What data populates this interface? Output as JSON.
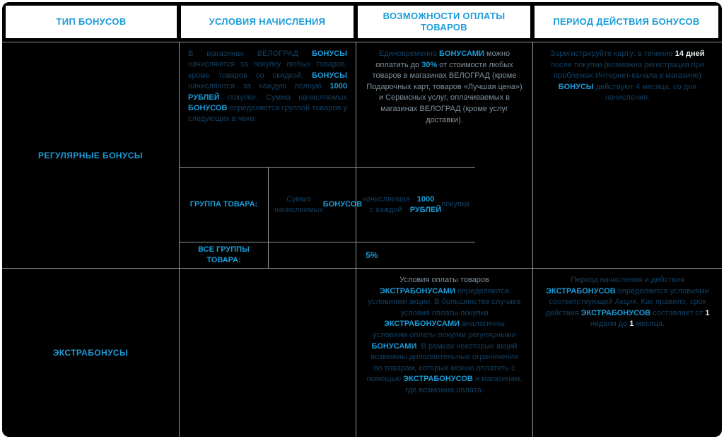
{
  "table": {
    "colors": {
      "accent": "#1b9cd8",
      "dim": "#123f61",
      "light": "#7f919e",
      "white": "#e9eef2"
    },
    "headers": [
      {
        "label": "ТИП БОНУСОВ"
      },
      {
        "label": "УСЛОВИЯ НАЧИСЛЕНИЯ"
      },
      {
        "label": "ВОЗМОЖНОСТИ ОПЛАТЫ ТОВАРОВ"
      },
      {
        "label": "ПЕРИОД ДЕЙСТВИЯ БОНУСОВ"
      }
    ],
    "regular": {
      "type_label": "РЕГУЛЯРНЫЕ БОНУСЫ",
      "conditions_intro": [
        {
          "t": "В магазинах ВЕЛОГРАД ",
          "s": "dim"
        },
        {
          "t": "БОНУСЫ",
          "s": "accent"
        },
        {
          "t": " начисляются за покупку любых товаров, кроме товаров со скидкой. ",
          "s": "dim"
        },
        {
          "t": "БОНУСЫ",
          "s": "accent"
        },
        {
          "t": " начисляются за каждую полную ",
          "s": "dim"
        },
        {
          "t": "1000 РУБЛЕЙ",
          "s": "accent"
        },
        {
          "t": " покупки. Сумма начисляемых ",
          "s": "dim"
        },
        {
          "t": "БОНУСОВ",
          "s": "accent"
        },
        {
          "t": " определяется группой товаров у следующих в чеке:",
          "s": "dim"
        }
      ],
      "group_label": "ГРУППА ТОВАРА:",
      "group_value": [
        {
          "t": "Сумма начисляемых ",
          "s": "dim"
        },
        {
          "t": "БОНУСОВ",
          "s": "accent"
        },
        {
          "t": " начисляемая с каждой ",
          "s": "dim"
        },
        {
          "t": "1000 РУБЛЕЙ",
          "s": "accent"
        },
        {
          "t": " покупки",
          "s": "dim"
        }
      ],
      "all_groups_label": "ВСЕ ГРУППЫ ТОВАРА:",
      "all_groups_value": "5%",
      "payment": [
        {
          "t": "Единовременно ",
          "s": "dim"
        },
        {
          "t": "БОНУСАМИ",
          "s": "accent"
        },
        {
          "t": " можно оплатить до ",
          "s": "light"
        },
        {
          "t": "30%",
          "s": "accent"
        },
        {
          "t": " от стоимости любых товаров в магазинах ВЕЛОГРАД (кроме Подарочных карт, товаров «Лучшая цена») и Сервисных услуг, оплачиваемых в магазинах ВЕЛОГРАД (кроме услуг доставки).",
          "s": "light"
        }
      ],
      "period": [
        {
          "t": "Зарегистрируйте карту: в течение ",
          "s": "dim"
        },
        {
          "t": "14 дней",
          "s": "white"
        },
        {
          "t": " после покупки (возможна регистрация при проблемах Интернет-канала в магазине) ",
          "s": "dim"
        },
        {
          "t": "БОНУСЫ",
          "s": "accent"
        },
        {
          "t": " действуют 4 месяца, со дня начисления.",
          "s": "dim"
        }
      ]
    },
    "extra": {
      "type_label": "ЭКСТРАБОНУСЫ",
      "payment": [
        {
          "t": "Условия оплаты товаров ",
          "s": "light"
        },
        {
          "t": "ЭКСТРАБОНУСАМИ",
          "s": "accent"
        },
        {
          "t": " определяются условиями акции. В большинстве случаев условия оплаты покупки ",
          "s": "dim"
        },
        {
          "t": "ЭКСТРАБОНУСАМИ",
          "s": "accent"
        },
        {
          "t": " аналогичны условиям оплаты покупки регулярными ",
          "s": "dim"
        },
        {
          "t": "БОНУСАМИ",
          "s": "accent"
        },
        {
          "t": ". В рамках некоторых акций возможны дополнительные ограничения по товарам, которые можно оплатить с помощью ",
          "s": "dim"
        },
        {
          "t": "ЭКСТРАБОНУСОВ",
          "s": "accent"
        },
        {
          "t": " и магазинам, где возможна оплата.",
          "s": "dim"
        }
      ],
      "period": [
        {
          "t": "Период начисления и действия ",
          "s": "dim"
        },
        {
          "t": "ЭКСТРАБОНУСОВ",
          "s": "accent"
        },
        {
          "t": " определяется условиями соответствующей Акции. Как правило, срок действия ",
          "s": "dim"
        },
        {
          "t": "ЭКСТРАБОНУСОВ",
          "s": "accent"
        },
        {
          "t": " составляет от ",
          "s": "dim"
        },
        {
          "t": "1",
          "s": "white"
        },
        {
          "t": " недели до ",
          "s": "dim"
        },
        {
          "t": "1",
          "s": "white"
        },
        {
          "t": " месяца.",
          "s": "dim"
        }
      ]
    }
  }
}
